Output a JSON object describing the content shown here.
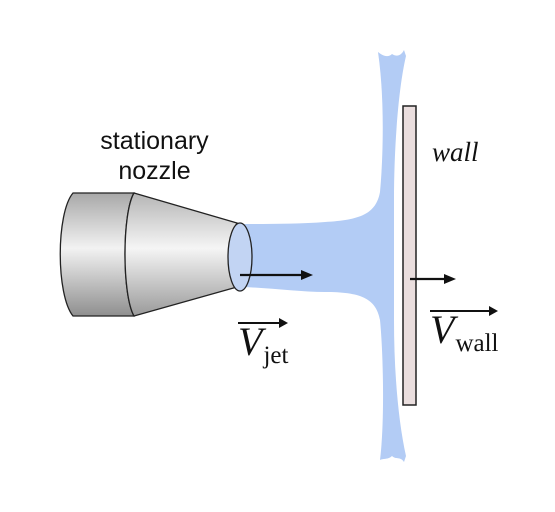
{
  "labels": {
    "nozzle_line1": "stationary",
    "nozzle_line2": "nozzle",
    "wall": "wall"
  },
  "vectors": {
    "jet": {
      "symbol": "V",
      "subscript": "jet"
    },
    "wall": {
      "symbol": "V",
      "subscript": "wall"
    }
  },
  "colors": {
    "water": "#b3ccf5",
    "nozzle_metal": "#c9c9c9",
    "wall": "#eadede",
    "outline": "#222222",
    "arrow": "#111111"
  }
}
